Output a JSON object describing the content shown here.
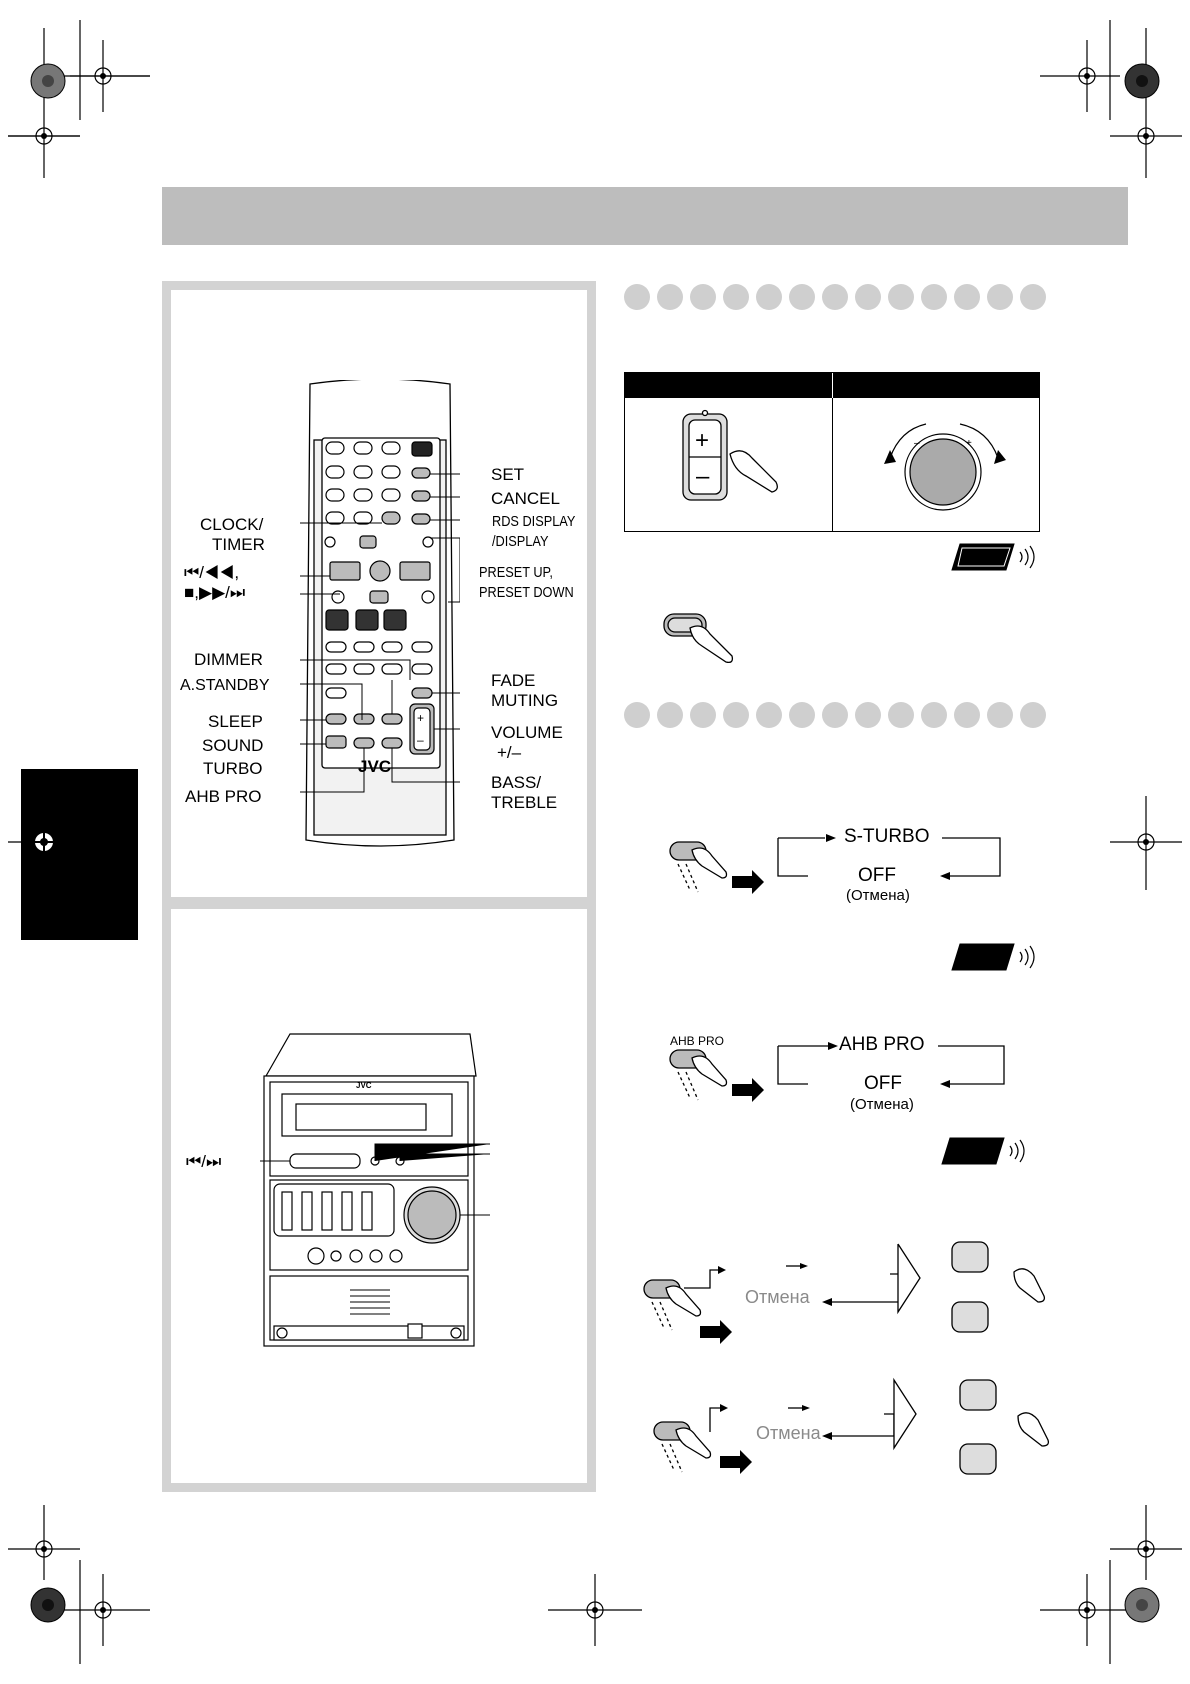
{
  "remote_labels": {
    "set": "SET",
    "cancel": "CANCEL",
    "rds_display": "RDS DISPLAY",
    "display": "/DISPLAY",
    "preset_up": "PRESET UP,",
    "preset_down": "PRESET DOWN",
    "clock": "CLOCK/",
    "timer": "TIMER",
    "skip_back": "⏮/◀◀,",
    "stop_fwd": "■,▶▶/⏭",
    "dimmer": "DIMMER",
    "a_standby": "A.STANDBY",
    "sleep": "SLEEP",
    "sound": "SOUND",
    "turbo": "TURBO",
    "ahb_pro": "AHB PRO",
    "fade": "FADE",
    "muting": "MUTING",
    "volume": "VOLUME",
    "volume_pm": "+/–",
    "bass": "BASS/",
    "treble": "TREBLE",
    "brand": "JVC"
  },
  "unit_labels": {
    "skip": "⏮/⏭",
    "brand": "JVC"
  },
  "volume_table": {
    "plus": "+",
    "minus": "–"
  },
  "s_turbo_seq": {
    "on": "S-TURBO",
    "off": "OFF",
    "off_ru": "(Отмена)"
  },
  "ahb_seq": {
    "button_label": "AHB PRO",
    "on": "AHB PRO",
    "off": "OFF",
    "off_ru": "(Отмена)"
  },
  "bass_seq": {
    "cancel": "Отмена"
  },
  "treble_seq": {
    "cancel": "Отмена"
  },
  "colors": {
    "header_bar": "#bdbdbd",
    "panel_border": "#d3d3d3",
    "dot": "#cfcfcf",
    "side_tab": "#000000"
  }
}
